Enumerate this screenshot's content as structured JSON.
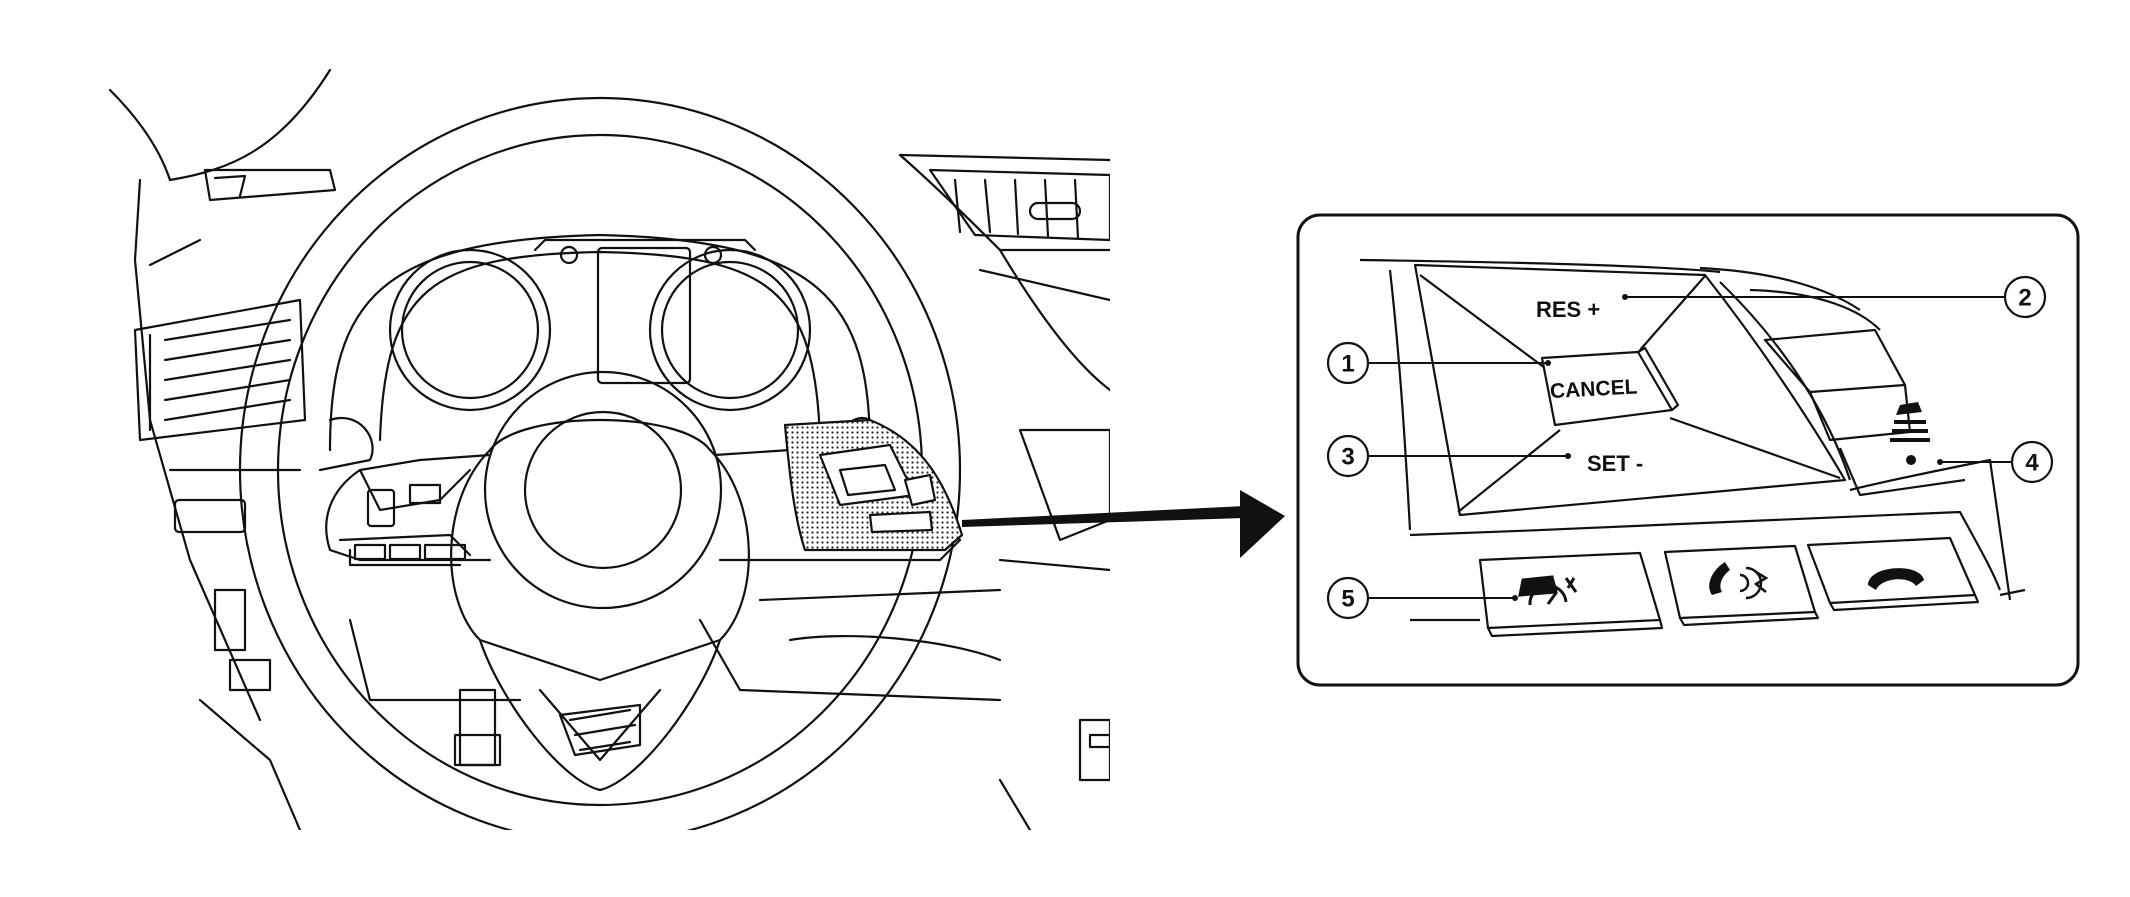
{
  "callouts": {
    "c1": "1",
    "c2": "2",
    "c3": "3",
    "c4": "4",
    "c5": "5"
  },
  "switch_labels": {
    "res_plus": "RES +",
    "cancel": "CANCEL",
    "set_minus": "SET -"
  },
  "icons": {
    "distance": "vehicle-distance-icon",
    "propilot": "propilot-assist-icon",
    "phone_answer": "phone-voice-icon",
    "phone_end": "phone-hangup-icon"
  }
}
